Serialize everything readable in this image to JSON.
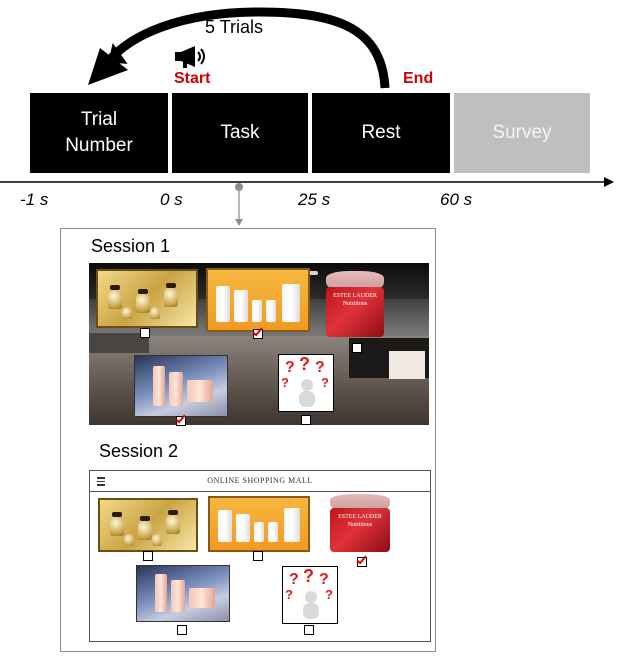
{
  "timeline": {
    "loop_label": "5 Trials",
    "start_label": "Start",
    "end_label": "End",
    "phases": [
      {
        "label": "Trial\nNumber"
      },
      {
        "label": "Task"
      },
      {
        "label": "Rest"
      },
      {
        "label": "Survey"
      }
    ],
    "ticks": [
      "-1 s",
      "0 s",
      "25 s",
      "60 s"
    ]
  },
  "sessions": [
    {
      "title": "Session 1"
    },
    {
      "title": "Session 2",
      "page_title": "ONLINE SHOPPING MALL"
    }
  ],
  "product_text": {
    "jar_brand": "ESTEE LAUDER",
    "jar_name": "Nutritious"
  },
  "colors": {
    "phase_active": "#000000",
    "phase_inactive": "#bfbfbf",
    "marker_red": "#d00000",
    "question_red": "#e01b1b"
  },
  "icons": {
    "megaphone": "megaphone-icon",
    "loop_arrow": "curved-arrow-icon",
    "question": "question-mark-icon",
    "checkbox": "checkbox-icon",
    "menu": "hamburger-menu-icon"
  }
}
